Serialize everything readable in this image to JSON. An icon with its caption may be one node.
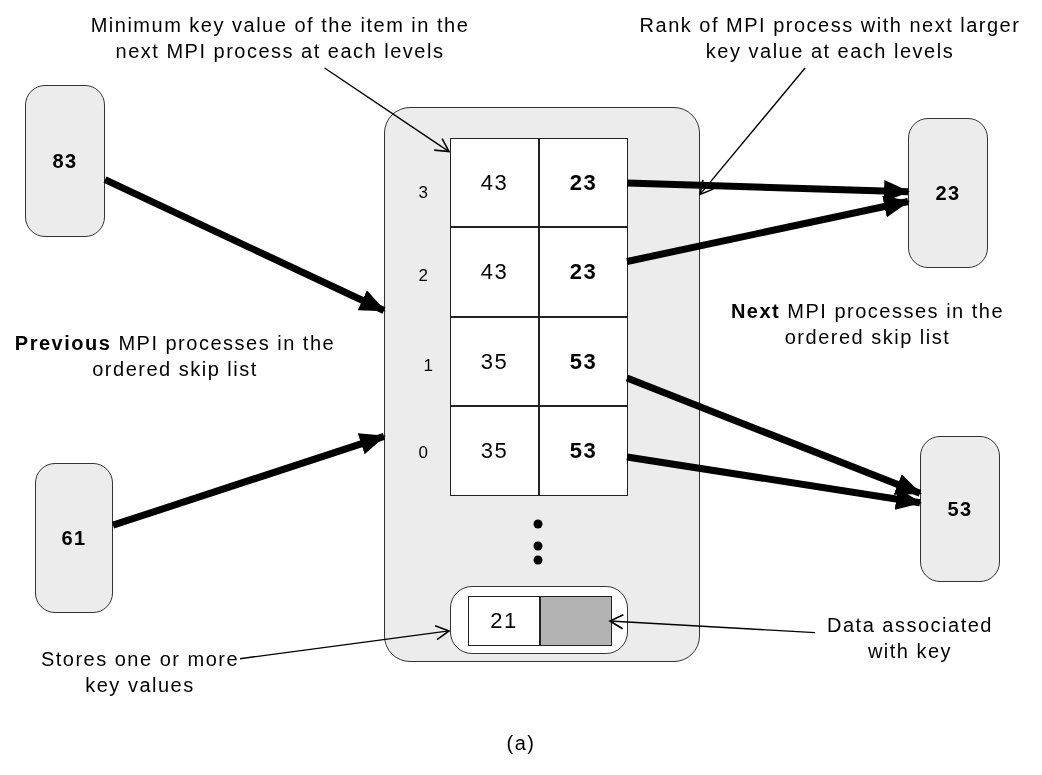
{
  "diagram": {
    "caption": "(a)",
    "nodes": [
      {
        "text": [],
        "shape": "box"
      },
      {
        "text": [
          "43"
        ],
        "in": 0
      },
      {
        "text": [
          "23"
        ],
        "in": 0
      },
      {
        "text": [
          "43"
        ],
        "in": 0
      },
      {
        "text": [
          "23"
        ],
        "in": 0
      },
      {
        "text": [
          "35"
        ],
        "in": 0
      },
      {
        "text": [
          "53"
        ],
        "in": 0
      },
      {
        "text": [
          "35"
        ],
        "in": 0
      },
      {
        "text": [
          "53"
        ],
        "in": 0
      },
      {
        "text": [],
        "shape": "box",
        "in": 0
      },
      {
        "text": [
          "21"
        ],
        "in": 9
      },
      {
        "text": [],
        "shape": "box",
        "in": 9
      },
      {
        "text": [
          "83"
        ]
      },
      {
        "text": [
          "61"
        ]
      },
      {
        "text": [
          "23"
        ]
      },
      {
        "text": [
          "53"
        ]
      },
      {
        "text": [
          "Minimum key value of the item in the next MPI process at each levels"
        ]
      },
      {
        "text": [
          "Rank of MPI process with next larger key value at each levels"
        ]
      },
      {
        "text": [
          "Stores one or more key values"
        ]
      },
      {
        "text": [
          "Data associated with key"
        ]
      }
    ],
    "edges": [
      {
        "from": 12,
        "to": 0,
        "arrow": "to"
      },
      {
        "from": 13,
        "to": 0,
        "arrow": "to"
      },
      {
        "from": 2,
        "to": 14,
        "arrow": "to"
      },
      {
        "from": 4,
        "to": 14,
        "arrow": "to"
      },
      {
        "from": 6,
        "to": 15,
        "arrow": "to"
      },
      {
        "from": 8,
        "to": 15,
        "arrow": "to"
      },
      {
        "from": 16,
        "to": 1,
        "arrow": "to"
      },
      {
        "from": 17,
        "to": 0,
        "arrow": "to"
      },
      {
        "from": 18,
        "to": 9,
        "arrow": "to"
      },
      {
        "from": 19,
        "to": 11,
        "arrow": "to"
      }
    ],
    "labels": [
      "**Previous** MPI processes in the ordered skip list",
      "**Next** MPI processes in the ordered skip list",
      "3",
      "2",
      "1",
      "0"
    ]
  }
}
